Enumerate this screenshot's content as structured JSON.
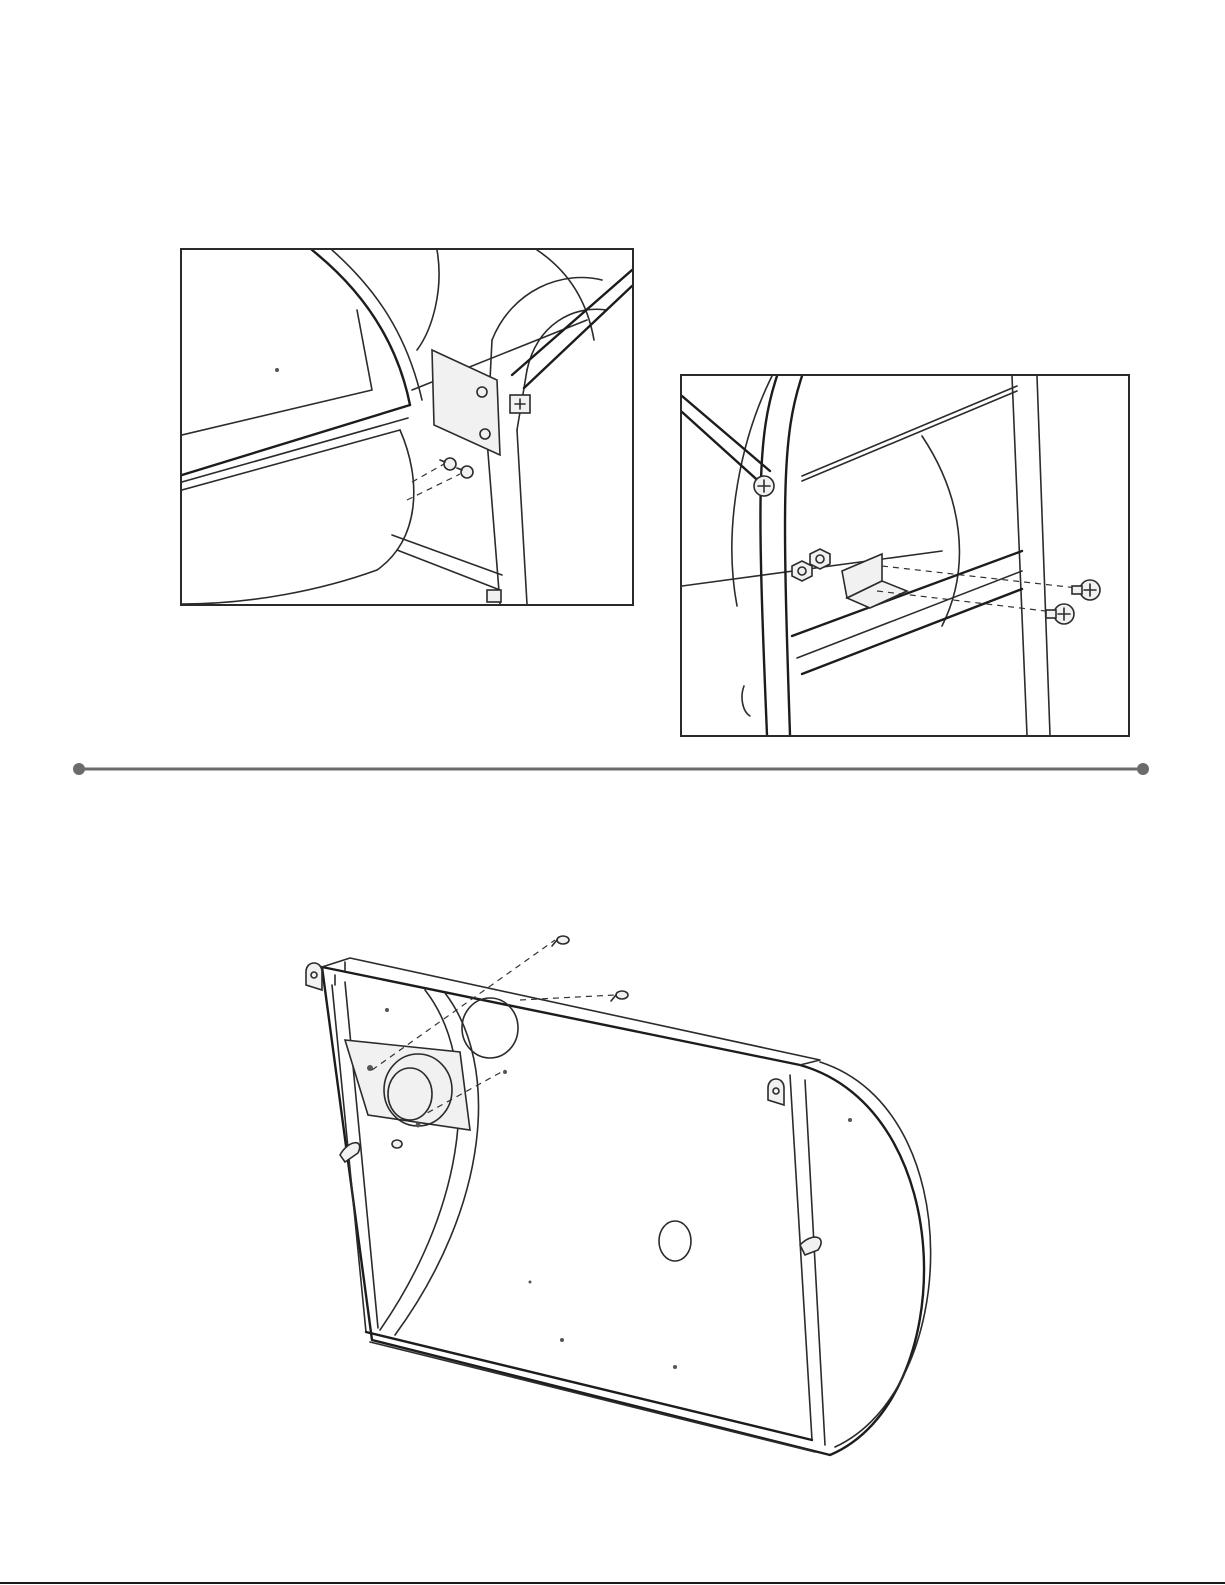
{
  "document": {
    "kind": "assembly-instruction-page",
    "colors": {
      "line": "#2b2b2b",
      "divider": "#6b6b6b",
      "paper": "#ffffff"
    }
  },
  "figures": [
    {
      "id": "detail-left",
      "depicts": "end-bracket-bolt-attachment",
      "text": ""
    },
    {
      "id": "detail-right",
      "depicts": "rail-bracket-bolt-and-nut-attachment",
      "text": ""
    },
    {
      "id": "main-assembly",
      "depicts": "curved-side-panel-with-screws",
      "text": ""
    }
  ],
  "icons": [
    "bolt-icon",
    "nut-icon",
    "screw-icon"
  ]
}
